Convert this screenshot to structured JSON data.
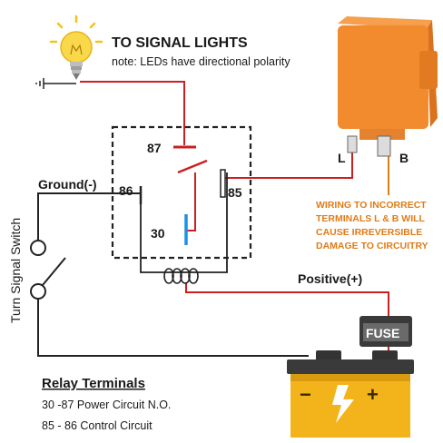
{
  "header": {
    "title": "TO SIGNAL LIGHTS",
    "note": "note: LEDs have directional polarity"
  },
  "relay": {
    "pin_87": "87",
    "pin_86": "86",
    "pin_85": "85",
    "pin_30": "30"
  },
  "labels": {
    "ground": "Ground(-)",
    "positive": "Positive(+)",
    "switch": "Turn Signal Switch",
    "fuse": "FUSE",
    "flasher_l": "L",
    "flasher_b": "B"
  },
  "warning": {
    "lines": [
      "WIRING TO INCORRECT",
      "TERMINALS L & B WILL",
      "CAUSE IRREVERSIBLE",
      "DAMAGE TO CIRCUITRY"
    ],
    "color": "#e07b16"
  },
  "battery": {
    "minus": "−",
    "plus": "+"
  },
  "legend": {
    "title": "Relay Terminals",
    "items": [
      "30 -87 Power Circuit N.O.",
      "85 - 86 Control Circuit"
    ]
  },
  "colors": {
    "wire_positive": "#cc1f1f",
    "wire_ground": "#222222",
    "flasher": "#f28a2e",
    "battery_body": "#f3b41b",
    "relay_pin_30": "#1f8fe0"
  }
}
